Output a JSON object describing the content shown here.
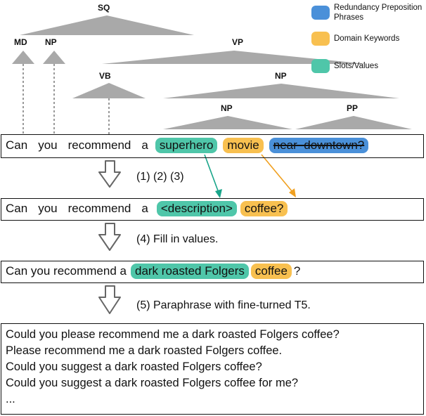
{
  "tree": {
    "root": "SQ",
    "md": "MD",
    "np_left": "NP",
    "vp": "VP",
    "vb": "VB",
    "np_right": "NP",
    "np_inner": "NP",
    "pp": "PP"
  },
  "legend": [
    {
      "label": "Redundancy Preposition Phrases",
      "color": "#4a90d9"
    },
    {
      "label": "Domain Keywords",
      "color": "#f8c050"
    },
    {
      "label": "Slots/Values",
      "color": "#4fc6a9"
    }
  ],
  "sentence1": {
    "words": [
      "Can",
      "you",
      "recommend",
      "a"
    ],
    "slot": "superhero",
    "keyword": "movie",
    "redundant": "near  downtown?"
  },
  "step1": "(1) (2) (3)",
  "sentence2": {
    "words": [
      "Can",
      "you",
      "recommend",
      "a"
    ],
    "slot": "<description>",
    "keyword": "coffee?"
  },
  "step2": "(4) Fill in values.",
  "sentence3": {
    "prefix": "Can you recommend a",
    "slot": "dark roasted Folgers",
    "keyword": "coffee",
    "suffix": "?"
  },
  "step3": "(5) Paraphrase with fine-turned T5.",
  "outputs": [
    "Could you please recommend me a dark roasted Folgers coffee?",
    "Please recommend me a dark roasted Folgers coffee.",
    "Could you suggest a dark roasted Folgers coffee?",
    "Could you suggest a dark roasted Folgers coffee for me?",
    "..."
  ]
}
